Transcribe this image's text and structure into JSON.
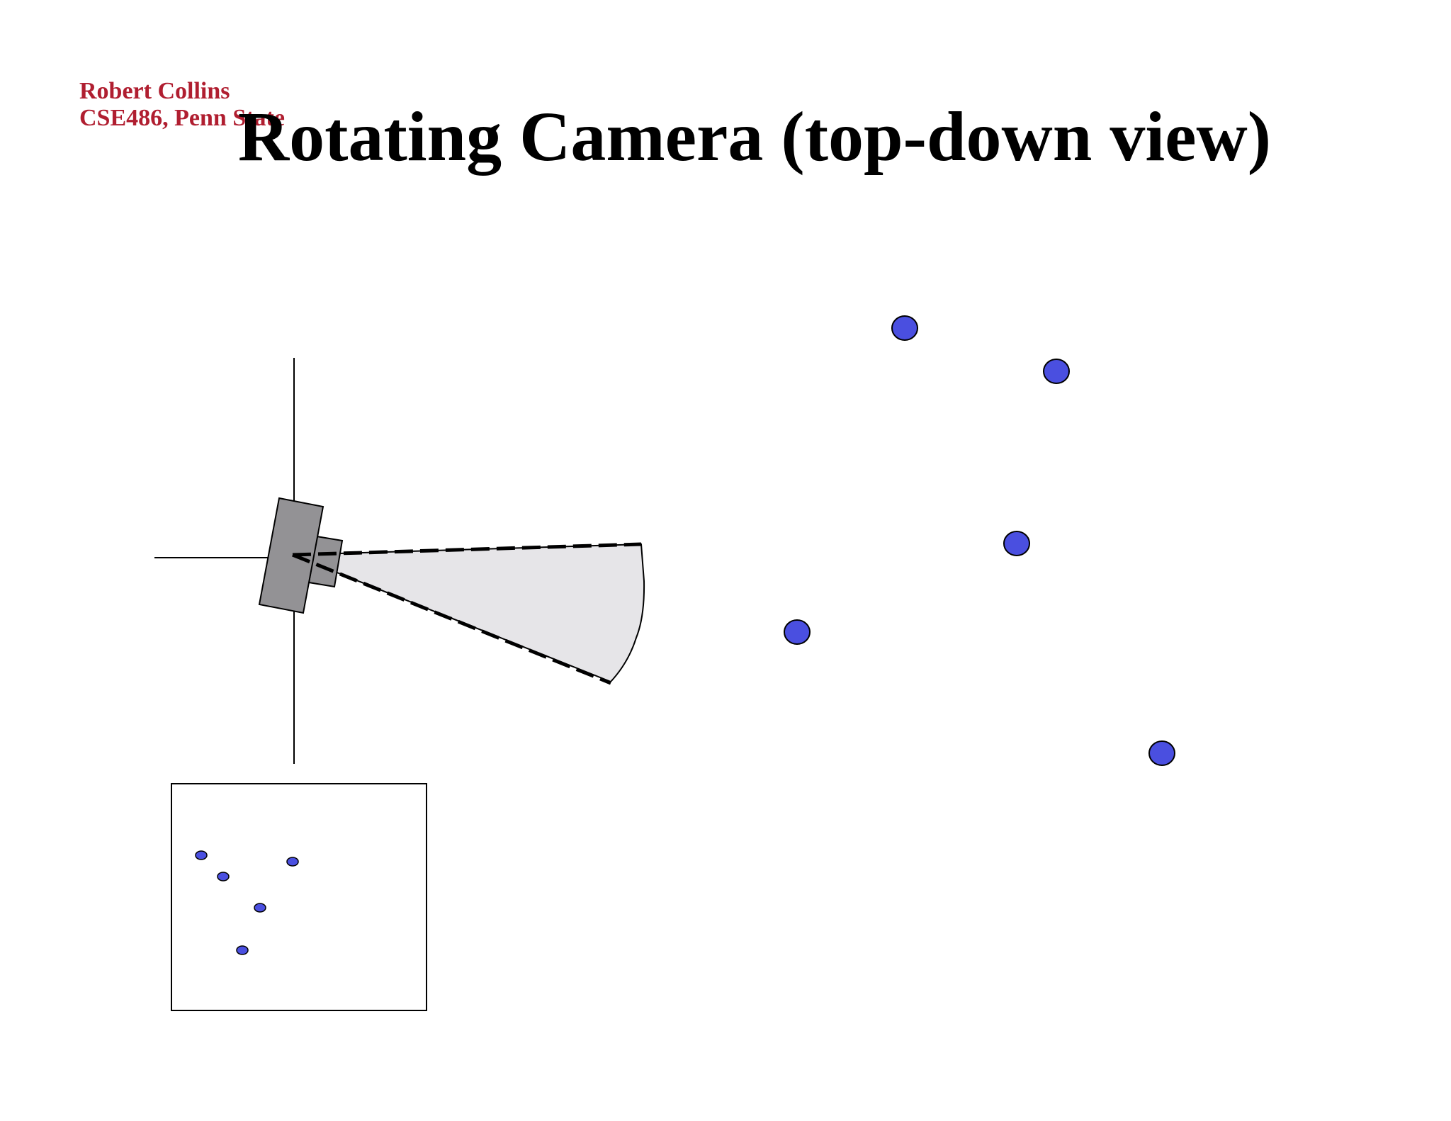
{
  "header": {
    "author_name": "Robert Collins",
    "course": "CSE486, Penn State"
  },
  "slide": {
    "title": "Rotating Camera (top-down view)"
  },
  "diagram": {
    "colors": {
      "background": "#ffffff",
      "camera_body": "#939295",
      "field_of_view": "#e6e5e8",
      "scene_point": "#4a4fe0",
      "outline": "#000000",
      "author_text": "#b01e30"
    },
    "scene_point_count": 5,
    "image_point_count": 5
  }
}
